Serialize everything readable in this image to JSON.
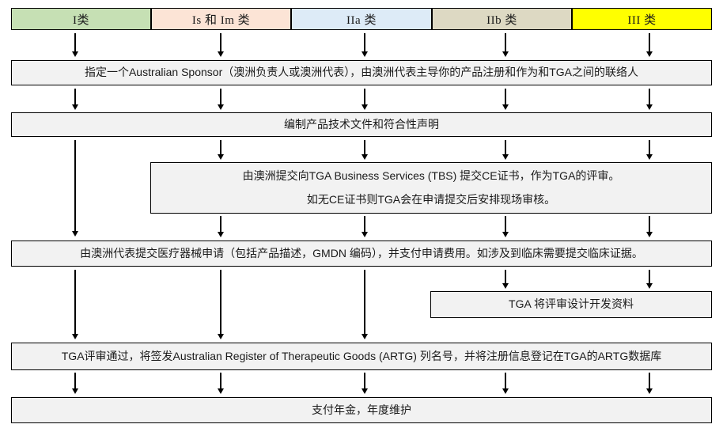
{
  "diagram": {
    "title_hint": "TGA medical device registration flowchart",
    "class_headers": [
      {
        "label": "I类",
        "bg": "#c6e0b4"
      },
      {
        "label": "Is 和 Im 类",
        "bg": "#fce4d6"
      },
      {
        "label": "IIa 类",
        "bg": "#ddebf7"
      },
      {
        "label": "IIb 类",
        "bg": "#ddd9c3"
      },
      {
        "label": "III 类",
        "bg": "#ffff00"
      }
    ],
    "steps": {
      "sponsor": "指定一个Australian Sponsor（澳洲负责人或澳洲代表），由澳洲代表主导你的产品注册和作为和TGA之间的联络人",
      "tech_file": "编制产品技术文件和符合性声明",
      "ce_line1": "由澳洲提交向TGA Business Services (TBS) 提交CE证书，作为TGA的评审。",
      "ce_line2": "如无CE证书则TGA会在申请提交后安排现场审核。",
      "application": "由澳洲代表提交医疗器械申请（包括产品描述，GMDN 编码），并支付申请费用。如涉及到临床需要提交临床证据。",
      "design_review": "TGA 将评审设计开发资料",
      "artg_listing": "TGA评审通过，将签发Australian Register of Therapeutic Goods (ARTG) 列名号，并将注册信息登记在TGA的ARTG数据库",
      "annual_fee": "支付年金，年度维护"
    },
    "colors": {
      "step_box_bg": "#f2f2f2",
      "border": "#000000",
      "arrow": "#000000"
    }
  }
}
